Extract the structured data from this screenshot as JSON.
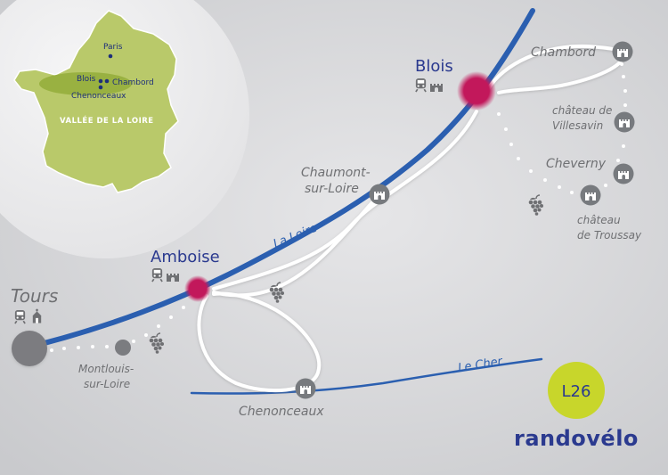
{
  "map": {
    "brand": "randovélo",
    "route_code": "L26",
    "inset": {
      "cities": [
        "Paris",
        "Blois",
        "Chambord",
        "Chenonceaux"
      ],
      "region": "VALLÉE DE LA LOIRE"
    },
    "rivers": {
      "loire": "La Loire",
      "cher": "Le Cher"
    },
    "places": {
      "tours": "Tours",
      "amboise": "Amboise",
      "blois": "Blois",
      "chaumont_l1": "Chaumont-",
      "chaumont_l2": "sur-Loire",
      "chambord": "Chambord",
      "villesavin_l1": "château de",
      "villesavin_l2": "Villesavin",
      "cheverny": "Cheverny",
      "troussay_l1": "château",
      "troussay_l2": "de Troussay",
      "montlouis_l1": "Montlouis-",
      "montlouis_l2": "sur-Loire",
      "chenonceaux": "Chenonceaux"
    },
    "colors": {
      "background": "#d4d5d7",
      "france": "#b9c96a",
      "loire": "#2b5fb0",
      "stage_city": "#c2185b",
      "badge": "#c8d62b",
      "text_blue": "#2b3a8f",
      "text_grey": "#6f7073"
    },
    "icons": [
      "train-icon",
      "castle-icon",
      "church-icon",
      "grapes-icon"
    ]
  }
}
